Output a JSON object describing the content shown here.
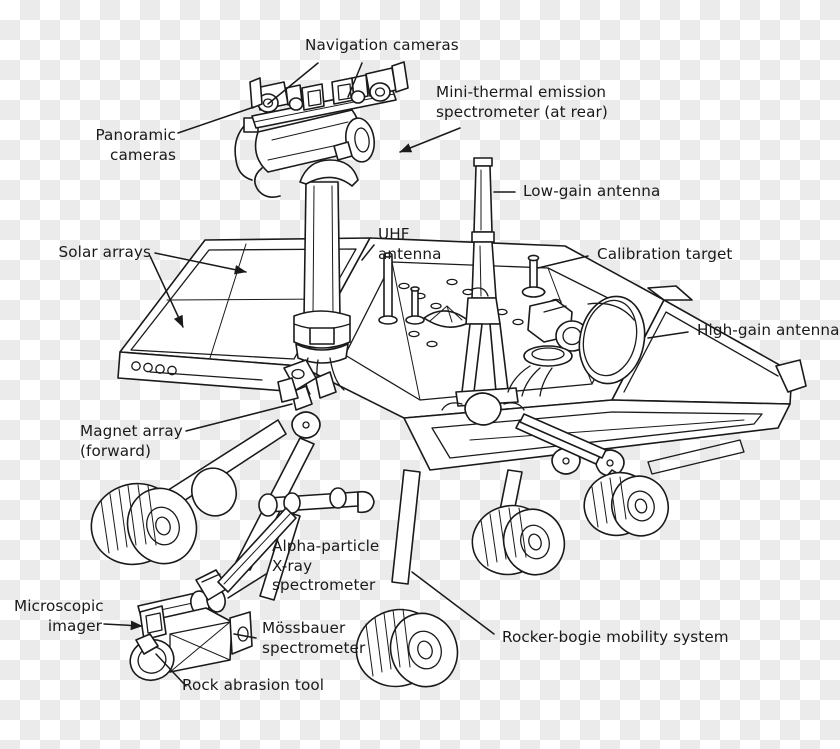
{
  "diagram": {
    "title": "Mars Exploration Rover labeled component diagram",
    "subject": "mars-exploration-rover",
    "line_color": "#1a1a1a",
    "fill_color": "#ffffff",
    "text_color": "#1a1a1a",
    "background": "transparent-checkerboard"
  },
  "labels": [
    {
      "id": "navigation-cameras",
      "text": "Navigation cameras"
    },
    {
      "id": "panoramic-cameras",
      "text": "Panoramic\ncameras"
    },
    {
      "id": "mini-tes",
      "text": "Mini-thermal emission\nspectrometer (at rear)"
    },
    {
      "id": "low-gain-antenna",
      "text": "Low-gain antenna"
    },
    {
      "id": "uhf-antenna",
      "text": "UHF\nantenna"
    },
    {
      "id": "calibration-target",
      "text": "Calibration target"
    },
    {
      "id": "solar-arrays",
      "text": "Solar arrays"
    },
    {
      "id": "high-gain-antenna",
      "text": "High-gain antenna"
    },
    {
      "id": "magnet-array",
      "text": "Magnet array\n(forward)"
    },
    {
      "id": "alpha-particle-xray",
      "text": "Alpha-particle\nX-ray\nspectrometer"
    },
    {
      "id": "microscopic-imager",
      "text": "Microscopic\nimager"
    },
    {
      "id": "mossbauer-spectrometer",
      "text": "Mössbauer\nspectrometer"
    },
    {
      "id": "rock-abrasion-tool",
      "text": "Rock abrasion tool"
    },
    {
      "id": "rocker-bogie",
      "text": "Rocker-bogie mobility system"
    }
  ]
}
